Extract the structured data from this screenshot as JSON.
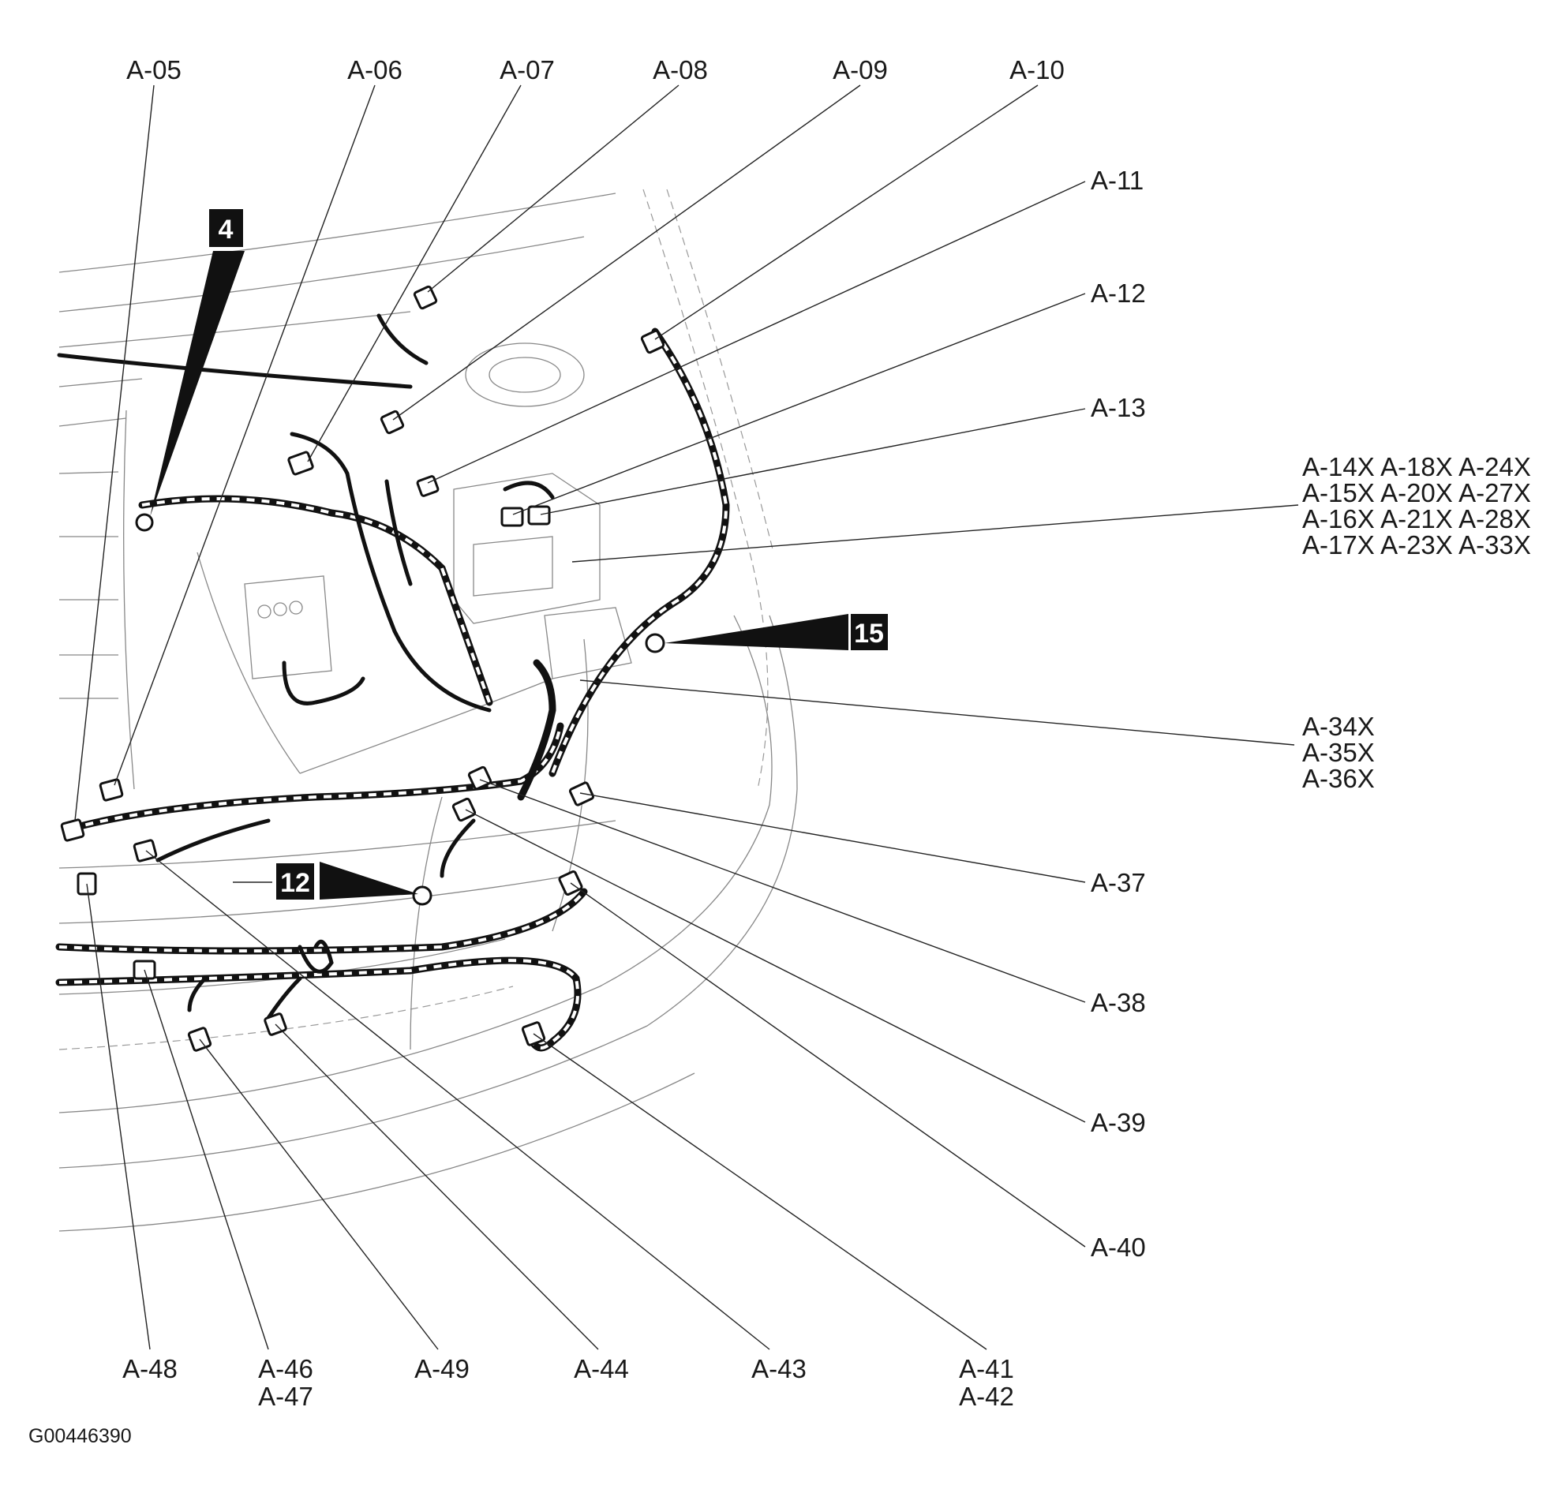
{
  "callouts": {
    "top": [
      "A-05",
      "A-06",
      "A-07",
      "A-08",
      "A-09",
      "A-10"
    ],
    "right_single": [
      "A-11",
      "A-12",
      "A-13"
    ],
    "right_group_x": [
      "A-14X A-18X A-24X",
      "A-15X A-20X A-27X",
      "A-16X A-21X A-28X",
      "A-17X A-23X A-33X"
    ],
    "right_group_34": [
      "A-34X",
      "A-35X",
      "A-36X"
    ],
    "right_lower": [
      "A-37",
      "A-38",
      "A-39",
      "A-40"
    ],
    "bottom_single": [
      "A-48",
      "A-49",
      "A-44",
      "A-43"
    ],
    "bottom_pair_46": [
      "A-46",
      "A-47"
    ],
    "bottom_pair_41": [
      "A-41",
      "A-42"
    ]
  },
  "markers": [
    "4",
    "15",
    "12"
  ],
  "figure_code": "G00446390",
  "colors": {
    "ink": "#111111",
    "body_lines": "#888888",
    "background": "#ffffff"
  }
}
